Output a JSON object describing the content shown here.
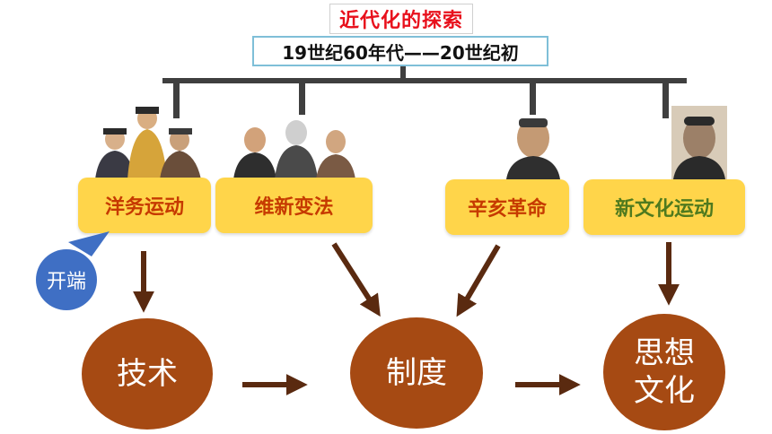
{
  "title": "近代化的探索",
  "period": "19世纪60年代——20世纪初",
  "movements": [
    {
      "label": "洋务运动"
    },
    {
      "label": "维新变法"
    },
    {
      "label": "辛亥革命"
    },
    {
      "label": "新文化运动"
    }
  ],
  "callout": "开端",
  "levels": {
    "technology": "技术",
    "institution": "制度",
    "thought_line1": "思想",
    "thought_line2": "文化"
  },
  "colors": {
    "title_text": "#e8101c",
    "box_fill": "#ffd54a",
    "box_text": "#c63a00",
    "box_text_green": "#4f7a1e",
    "circle_fill": "#a64a13",
    "callout_fill": "#3f6fc4",
    "connector": "#3f3f3f",
    "arrow": "#5a2a10"
  }
}
